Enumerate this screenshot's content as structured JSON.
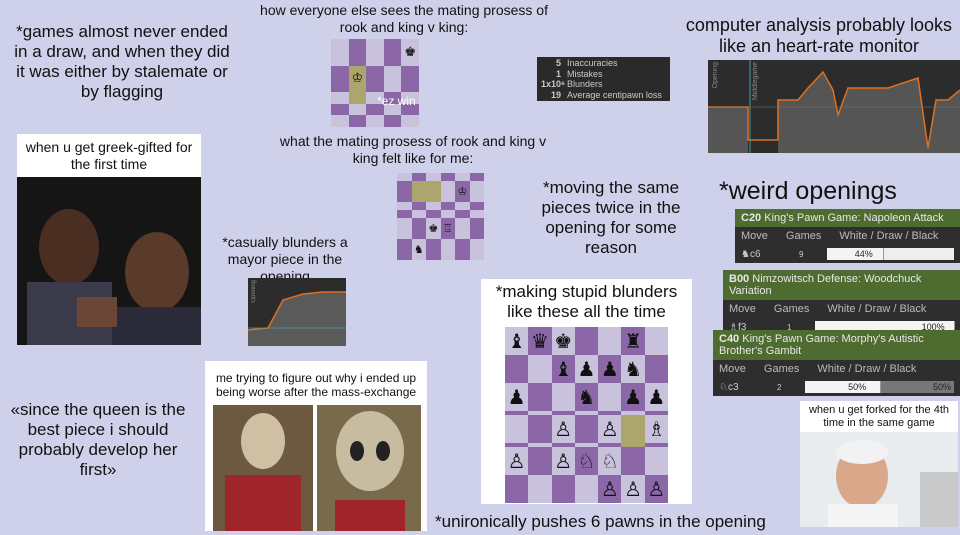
{
  "captions": {
    "draw": "*games almost never ended in a draw, and when they did it was either by stalemate or by flagging",
    "everyone": "how everyone else sees the mating prosess of rook and king v king:",
    "ezwin": "*ez win",
    "felt": "what the mating prosess of rook and king v king felt like for me:",
    "computer": "computer analysis probably looks like an heart-rate monitor",
    "greek": "when u get greek-gifted for the first time",
    "blunder_major": "*casually blunders a mayor piece in the opening",
    "moving": "*moving the same pieces twice in the opening for some reason",
    "weird": "*weird openings",
    "stupid": "*making stupid blunders like these all the time",
    "queen": "«since the queen is the best piece i should probably develop her first»",
    "mass": "me trying to figure out why i ended up being worse after the mass-exchange",
    "forked": "when u get forked for the 4th time in the same game",
    "pawns": "*unironically pushes 6 pawns in the opening"
  },
  "stats": [
    {
      "num": "5",
      "label": "Inaccuracies"
    },
    {
      "num": "1",
      "label": "Mistakes"
    },
    {
      "num": "1x10⁶",
      "label": "Blunders"
    },
    {
      "num": "19",
      "label": "Average centipawn loss"
    }
  ],
  "graph_labels": {
    "top1": "Opening",
    "top2": "Middlegame",
    "small": "Opening"
  },
  "openings": [
    {
      "eco": "C20",
      "name": "King's Pawn Game: Napoleon Attack",
      "cols": [
        "Move",
        "Games",
        "White / Draw / Black"
      ],
      "move": "♞c6",
      "games": "9",
      "pct": "44%",
      "fill": 0.44,
      "right": ""
    },
    {
      "eco": "B00",
      "name": "Nimzowitsch Defense: Woodchuck Variation",
      "cols": [
        "Move",
        "Games",
        "White / Draw / Black"
      ],
      "move": "♗f3",
      "games": "1",
      "pct": "100%",
      "fill": 1.0,
      "right": ""
    },
    {
      "eco": "C40",
      "name": "King's Pawn Game: Morphy's Autistic Brother's Gambit",
      "cols": [
        "Move",
        "Games",
        "White / Draw / Black"
      ],
      "move": "♘c3",
      "games": "2",
      "pct": "50%",
      "fill": 0.5,
      "right": "50%"
    }
  ],
  "boards": {
    "easy": [
      "",
      "",
      "",
      "",
      "♚",
      "",
      "♔",
      "",
      "",
      "",
      "",
      "",
      "",
      "",
      "",
      "",
      "",
      "",
      "",
      "",
      "",
      "",
      "",
      "",
      ""
    ],
    "hard": [
      "",
      "",
      "",
      "",
      "",
      "",
      "",
      "",
      "",
      "",
      "♔",
      "",
      "",
      "",
      "",
      "",
      "",
      "",
      "",
      "",
      "",
      "",
      "",
      "",
      "",
      "",
      "♚",
      "♖",
      "",
      "",
      "",
      "♞",
      "",
      "",
      "",
      ""
    ],
    "blunder": [
      "♝",
      "♛",
      "♚",
      "",
      "",
      "♜",
      "",
      "",
      "",
      "♝",
      "♟",
      "♟",
      "♞",
      "",
      "♟",
      "",
      "",
      "♞",
      "",
      "♟",
      "♟",
      "",
      "",
      "",
      "",
      "",
      "",
      "",
      "",
      "",
      "♙",
      "",
      "♙",
      "",
      "♗",
      "",
      "",
      "",
      "",
      "",
      "",
      "",
      "♙",
      "",
      "♙",
      "♘",
      "♘",
      "",
      "",
      "",
      "",
      "",
      "",
      "♙",
      "♙",
      "♙"
    ]
  }
}
